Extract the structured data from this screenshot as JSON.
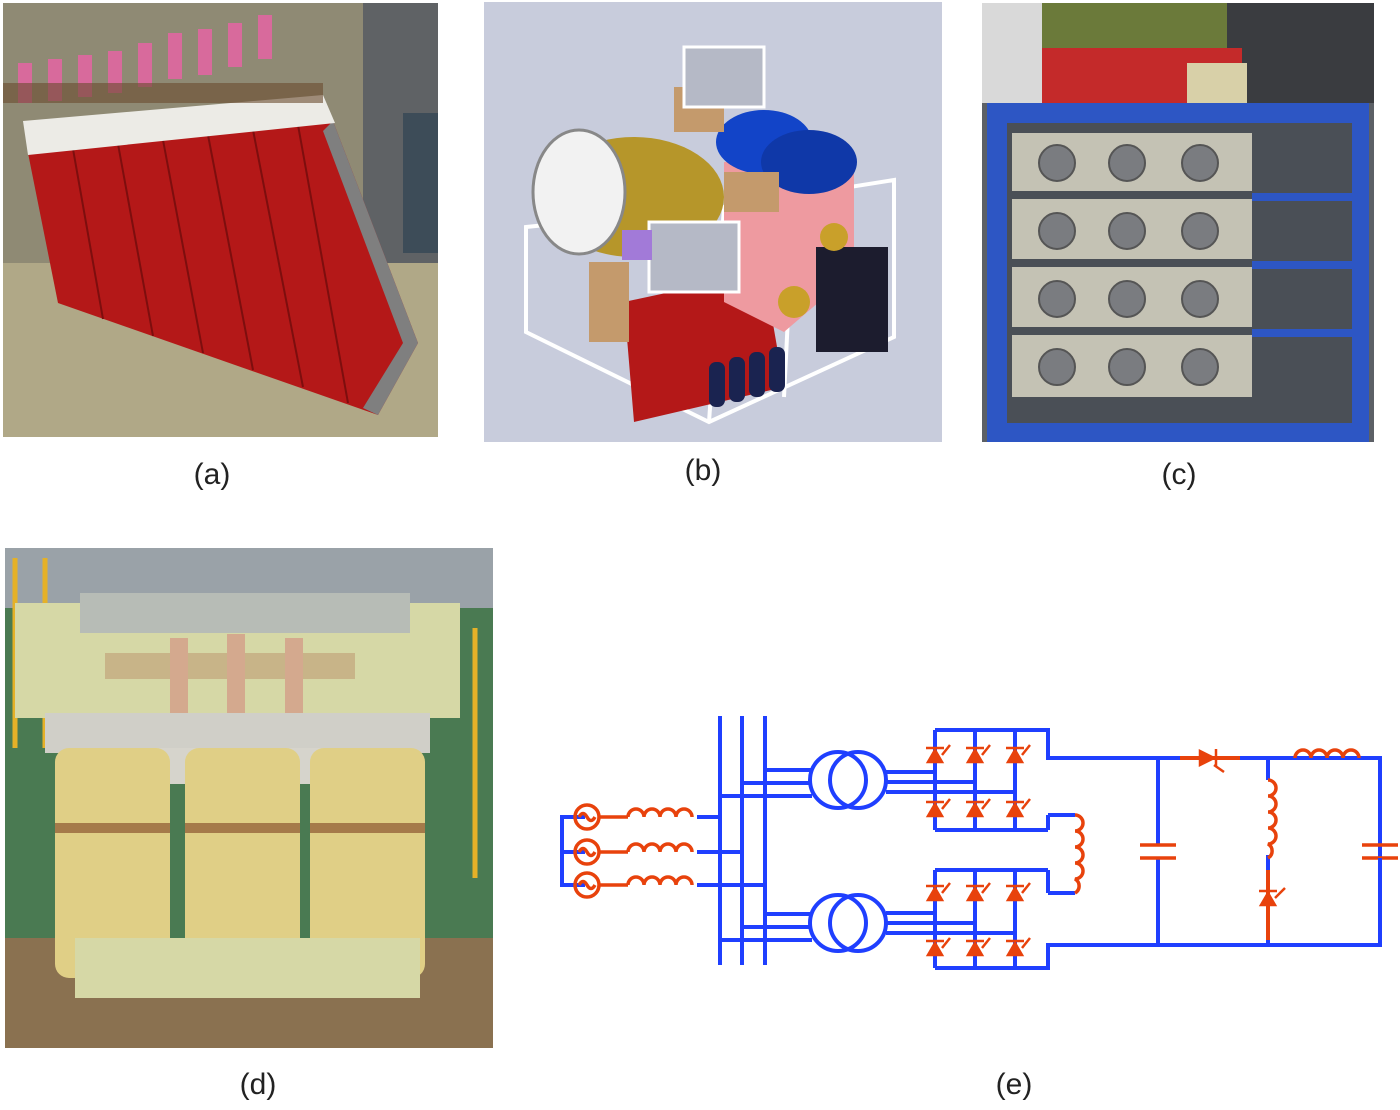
{
  "figure": {
    "captions": {
      "a": "(a)",
      "b": "(b)",
      "c": "(c)",
      "d": "(d)",
      "e": "(e)"
    },
    "colors": {
      "circuit_wire": "#1f3fff",
      "circuit_component": "#e8420c",
      "red_panel": "#b41818",
      "blue_frame": "#2d56c4",
      "cad_background": "#c8ccdc",
      "transformer_coil": "#e0cf86"
    },
    "panels": [
      {
        "id": "a",
        "kind": "photo",
        "subject": "red-plate-assembly"
      },
      {
        "id": "b",
        "kind": "cad-render",
        "subject": "power-module-assembly"
      },
      {
        "id": "c",
        "kind": "photo",
        "subject": "fan-cooled-rack"
      },
      {
        "id": "d",
        "kind": "photo",
        "subject": "three-phase-transformer"
      },
      {
        "id": "e",
        "kind": "schematic",
        "subject": "rectifier-circuit"
      }
    ]
  }
}
